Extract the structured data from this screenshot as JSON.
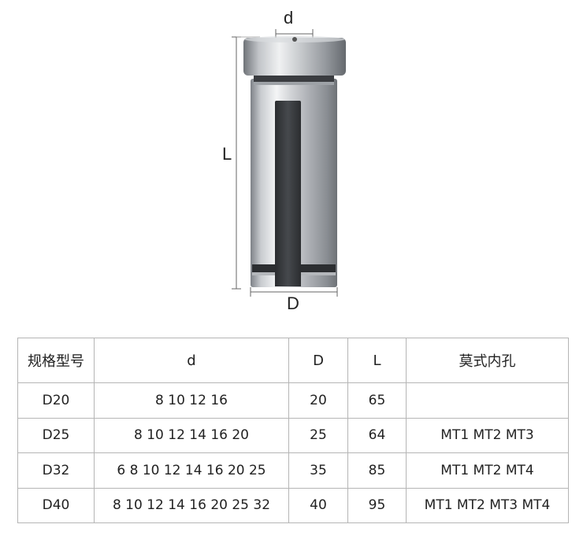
{
  "diagram": {
    "label_d": "d",
    "label_L": "L",
    "label_D": "D"
  },
  "table": {
    "headers": [
      "规格型号",
      "d",
      "D",
      "L",
      "莫式内孔"
    ],
    "rows": [
      [
        "D20",
        "8 10 12 16",
        "20",
        "65",
        ""
      ],
      [
        "D25",
        "8 10 12 14 16 20",
        "25",
        "64",
        "MT1 MT2 MT3"
      ],
      [
        "D32",
        "6 8 10 12 14 16 20 25",
        "35",
        "85",
        "MT1 MT2 MT4"
      ],
      [
        "D40",
        "8 10 12 14 16 20 25 32",
        "40",
        "95",
        "MT1 MT2 MT3 MT4"
      ]
    ]
  }
}
